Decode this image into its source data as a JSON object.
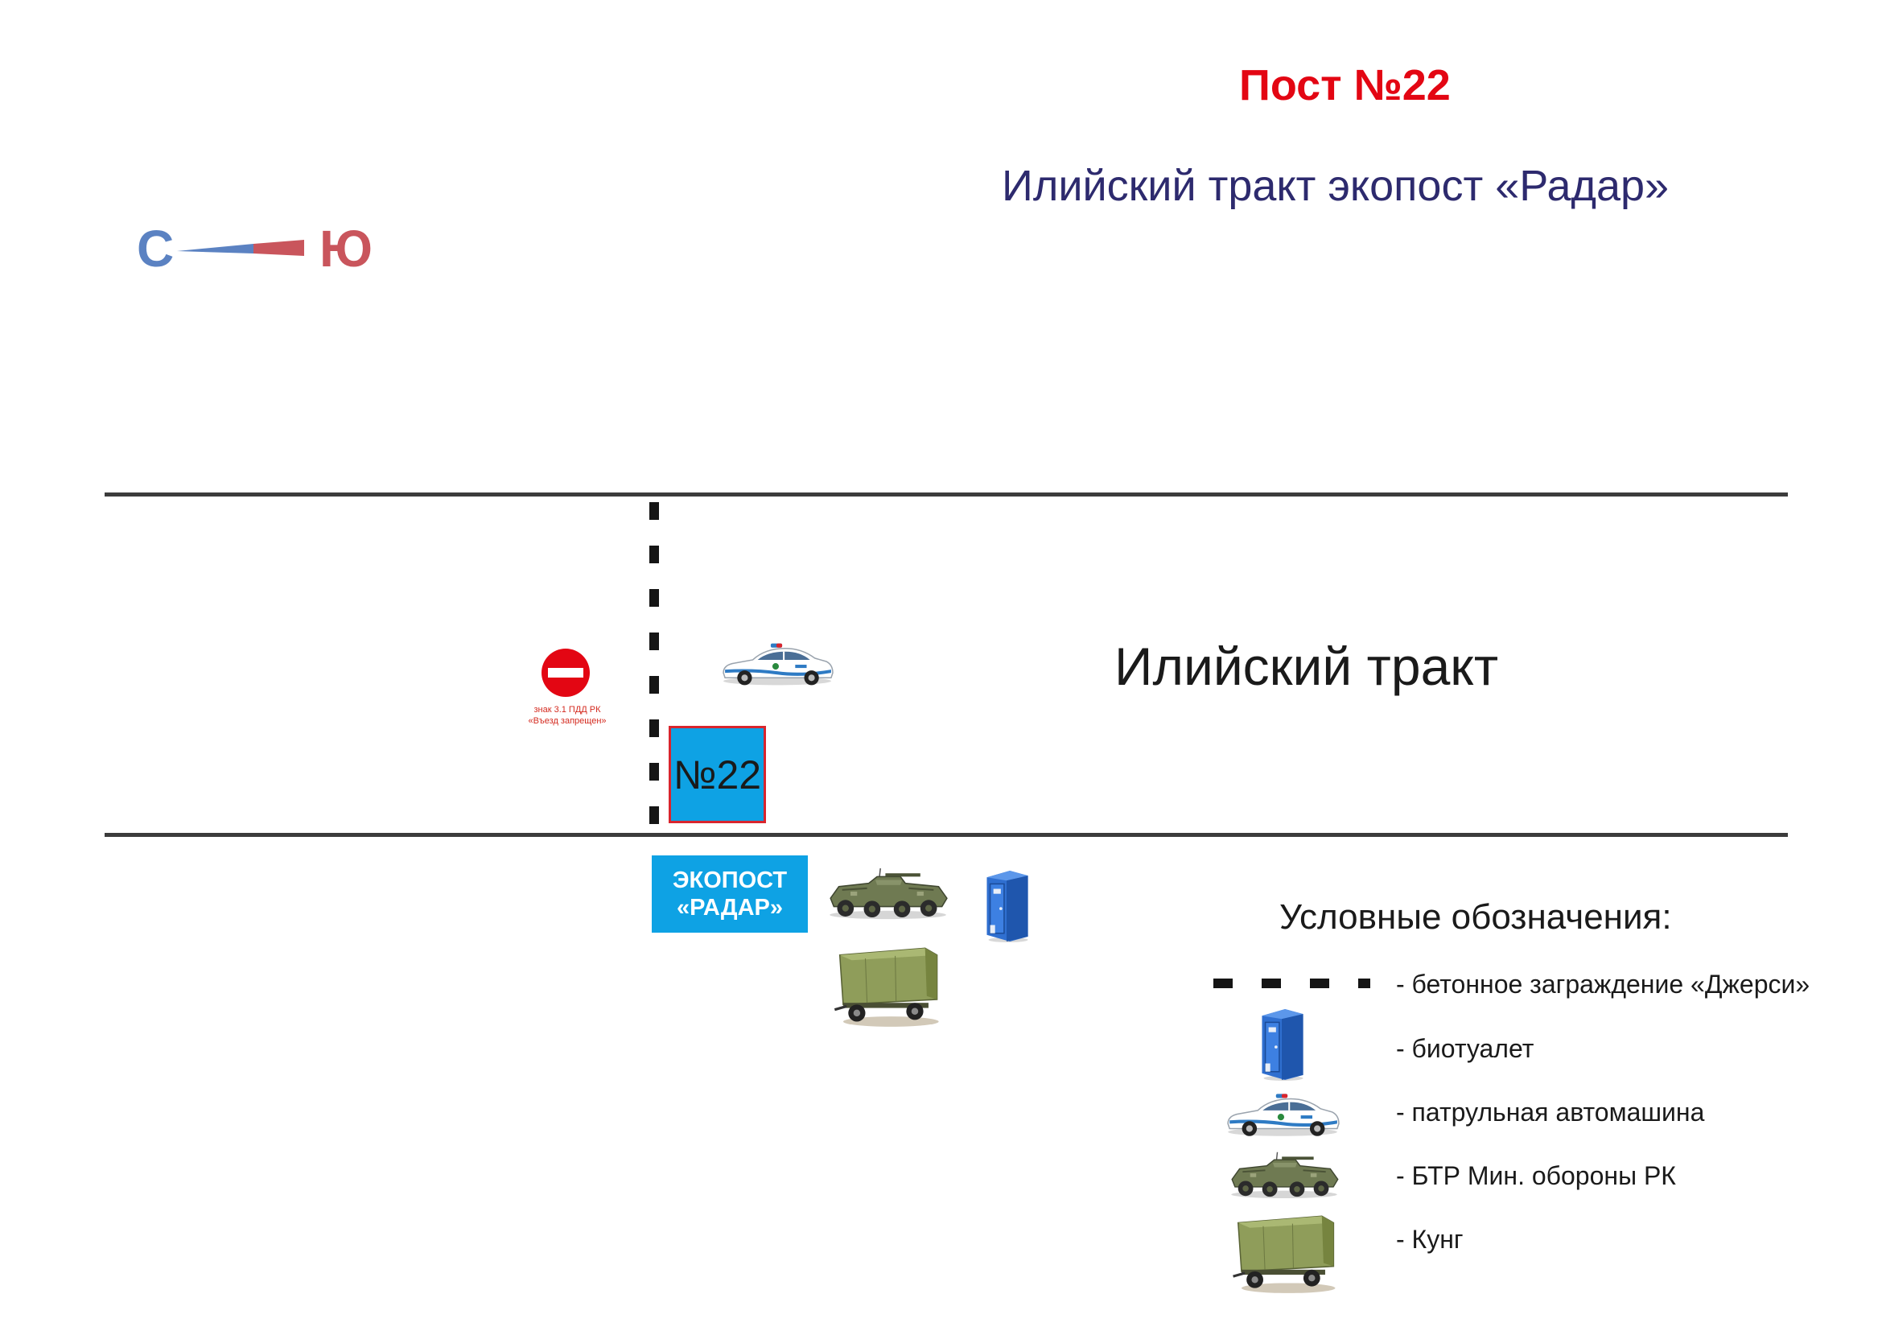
{
  "header": {
    "post_title": "Пост №22",
    "subtitle": "Илийский тракт экопост «Радар»"
  },
  "compass": {
    "north_letter": "С",
    "south_letter": "Ю",
    "north_color": "#5b82c2",
    "south_color": "#c9555c"
  },
  "road": {
    "name": "Илийский тракт",
    "line_color": "#3c3c3c"
  },
  "sign": {
    "caption_line1": "знак 3.1 ПДД РК",
    "caption_line2": "«Въезд запрещен»",
    "color": "#e30613",
    "icon": "no-entry-sign-icon"
  },
  "post_box": {
    "label": "№22",
    "fill_color": "#0ea2e4",
    "border_color": "#d9252d"
  },
  "ekopost": {
    "line1": "ЭКОПОСТ",
    "line2": "«РАДАР»",
    "color": "#0ea2e4"
  },
  "map_icons": [
    "patrol-car-icon",
    "apc-icon",
    "portable-toilet-icon",
    "kung-trailer-icon"
  ],
  "legend": {
    "title": "Условные обозначения:",
    "items": [
      {
        "icon": "barrier-dash-icon",
        "label": "- бетонное заграждение «Джерси»"
      },
      {
        "icon": "portable-toilet-icon",
        "label": "- биотуалет"
      },
      {
        "icon": "patrol-car-icon",
        "label": "- патрульная автомашина"
      },
      {
        "icon": "apc-icon",
        "label": "- БТР Мин. обороны РК"
      },
      {
        "icon": "kung-trailer-icon",
        "label": "- Кунг"
      }
    ]
  }
}
